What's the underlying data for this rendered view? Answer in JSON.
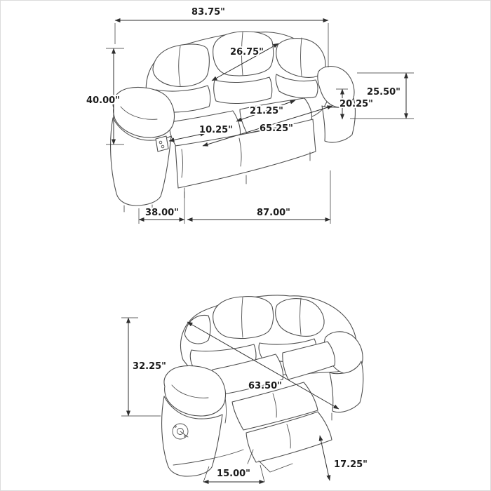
{
  "diagram": {
    "kind": "furniture-dimension-diagram",
    "views": {
      "sofa_front": {
        "dims": {
          "overall_width": "83.75\"",
          "back_cushion": "26.75\"",
          "overall_height": "40.00\"",
          "arm_height": "25.50\"",
          "seat_height": "20.25\"",
          "seat_depth": "21.25\"",
          "arm_width": "10.25\"",
          "seating_width": "65.25\"",
          "overall_depth": "38.00\"",
          "reclined_depth": "87.00\""
        }
      },
      "sofa_reclined": {
        "dims": {
          "reclined_back_height": "32.25\"",
          "seating_width": "63.50\"",
          "footrest_height": "17.25\"",
          "footrest_depth": "15.00\""
        }
      }
    }
  }
}
